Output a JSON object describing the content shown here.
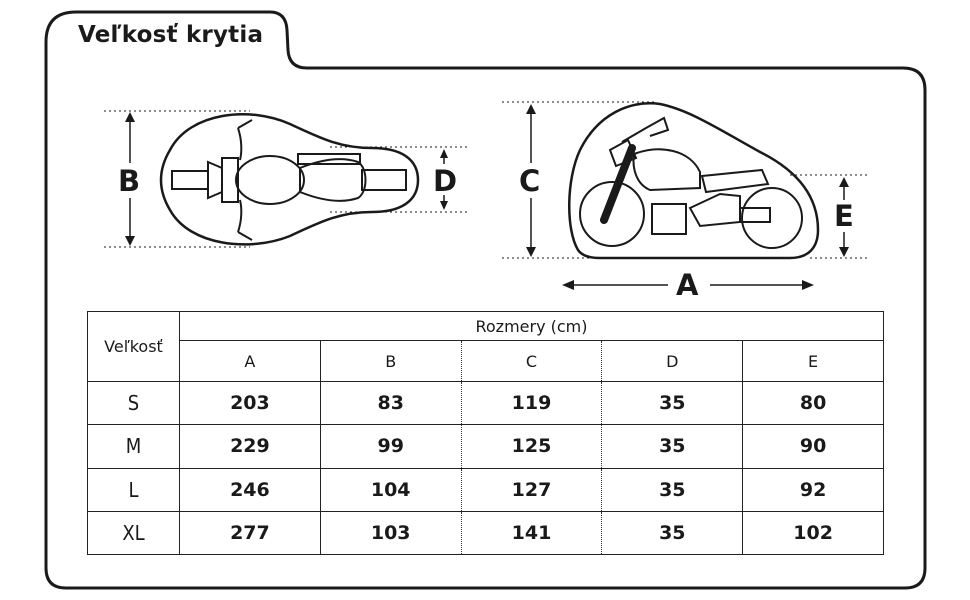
{
  "title": "Veľkosť krytia",
  "dimension_labels": {
    "a": "A",
    "b": "B",
    "c": "C",
    "d": "D",
    "e": "E"
  },
  "table": {
    "size_header": "Veľkosť",
    "group_header": "Rozmery (cm)",
    "columns": [
      "A",
      "B",
      "C",
      "D",
      "E"
    ],
    "rows": [
      {
        "size": "S",
        "values": [
          "203",
          "83",
          "119",
          "35",
          "80"
        ]
      },
      {
        "size": "M",
        "values": [
          "229",
          "99",
          "125",
          "35",
          "90"
        ]
      },
      {
        "size": "L",
        "values": [
          "246",
          "104",
          "127",
          "35",
          "92"
        ]
      },
      {
        "size": "XL",
        "values": [
          "277",
          "103",
          "141",
          "35",
          "102"
        ]
      }
    ]
  }
}
